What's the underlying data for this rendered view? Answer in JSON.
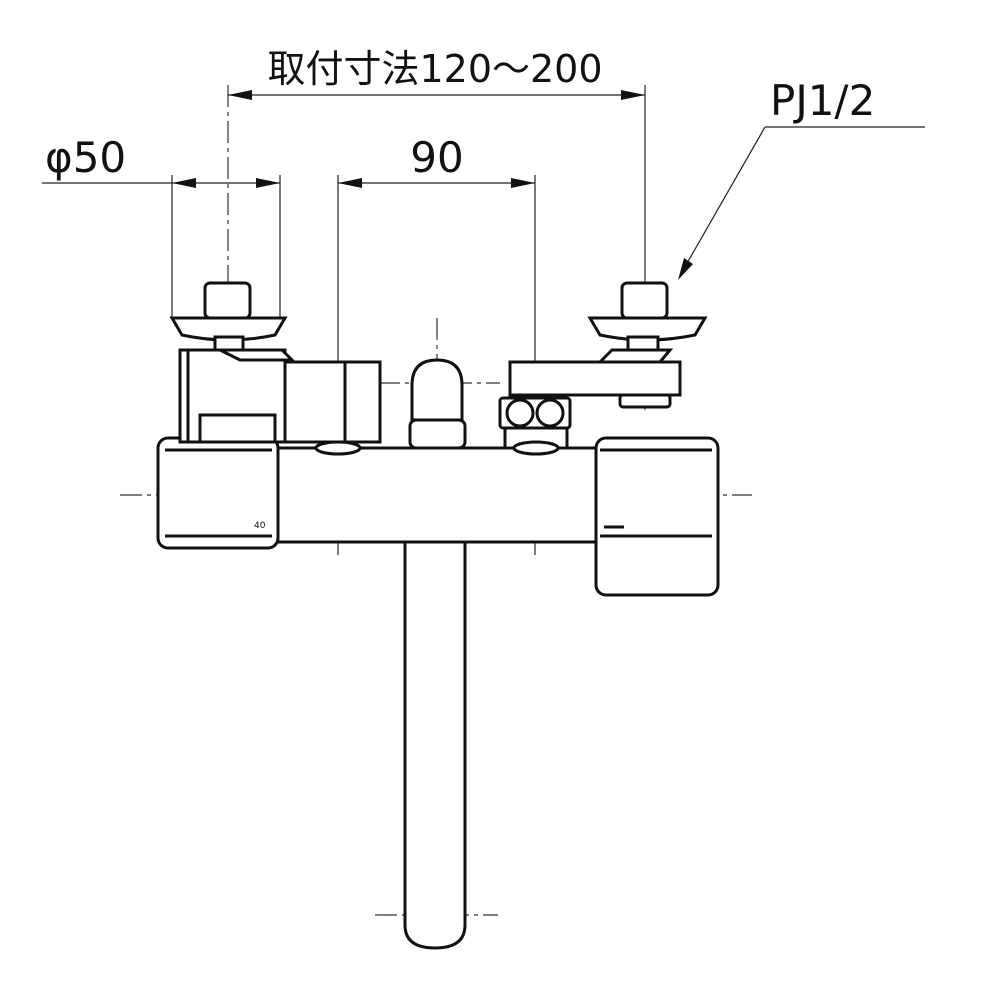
{
  "dimensions": {
    "mounting_pitch": "取付寸法120～200",
    "diameter": "φ50",
    "spacing": "90",
    "thread": "PJ1/2"
  },
  "colors": {
    "line": "#111111",
    "background": "#ffffff"
  }
}
